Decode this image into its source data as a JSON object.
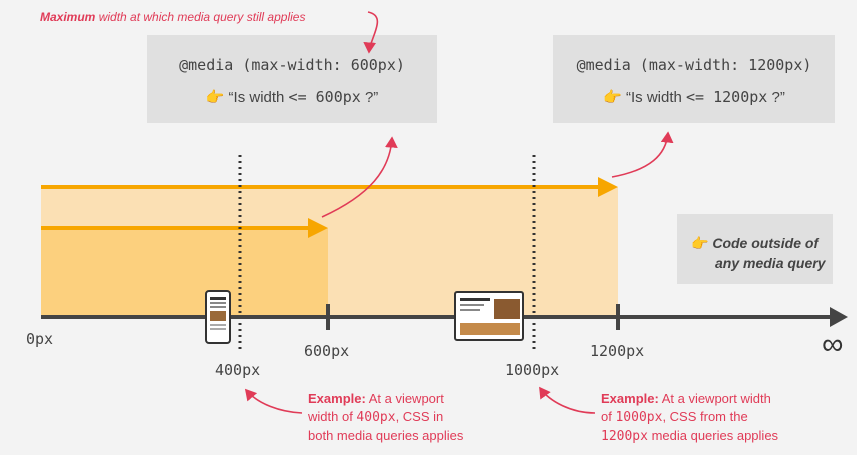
{
  "top_annotation": {
    "bold": "Maximum",
    "rest": " width at which media query still applies"
  },
  "query_600": {
    "code": "@media (max-width: 600px)",
    "question_prefix": "“Is width ",
    "question_code": "<= 600px",
    "question_suffix": " ?”"
  },
  "query_1200": {
    "code": "@media (max-width: 1200px)",
    "question_prefix": "“Is width ",
    "question_code": "<= 1200px",
    "question_suffix": " ?”"
  },
  "outside_box": {
    "line1": "Code outside of",
    "line2": "any media query"
  },
  "axis": {
    "start": "0px",
    "tick_400": "400px",
    "tick_600": "600px",
    "tick_1000": "1000px",
    "tick_1200": "1200px",
    "end": "∞"
  },
  "example_400": {
    "label": "Example:",
    "t1": " At a viewport",
    "t2": "width of ",
    "code": "400px",
    "t3": ", CSS in",
    "t4": "both media queries applies"
  },
  "example_1000": {
    "label": "Example:",
    "t1": " At a viewport width",
    "t2": "of ",
    "code1": "1000px",
    "t3": ", CSS from the",
    "code2": "1200px",
    "t4": " media queries applies"
  },
  "colors": {
    "orange": "#f7a600",
    "light_orange": "#fbe0b4",
    "dark_orange": "#fcd07e",
    "red": "#e03b57",
    "axis": "#444444"
  },
  "icons": [
    "pointing-hand-icon",
    "phone-icon",
    "tablet-icon",
    "infinity-icon"
  ]
}
